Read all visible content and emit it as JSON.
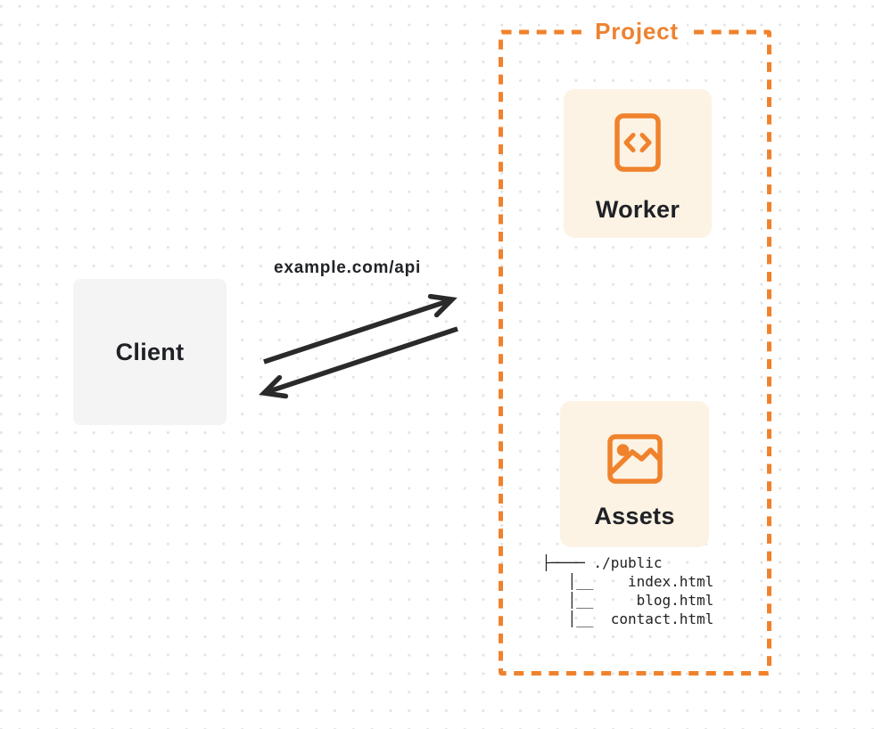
{
  "diagram": {
    "project_label": "Project",
    "client_label": "Client",
    "request_label": "example.com/api",
    "worker_label": "Worker",
    "assets_label": "Assets",
    "file_tree": {
      "root": "./public",
      "files": [
        "index.html",
        "blog.html",
        "contact.html"
      ],
      "text": " ├──── ./public\n    │__    index.html\n    │__     blog.html\n    │__  contact.html"
    },
    "icons": {
      "worker": "code-icon",
      "assets": "image-icon",
      "request": "arrow-up-right-icon",
      "response": "arrow-down-left-icon"
    },
    "colors": {
      "accent": "#f0822c",
      "card_fill": "#fcf3e4",
      "client_fill": "#f4f4f5",
      "arrow": "#2a2a2a",
      "text": "#1f2126"
    }
  }
}
